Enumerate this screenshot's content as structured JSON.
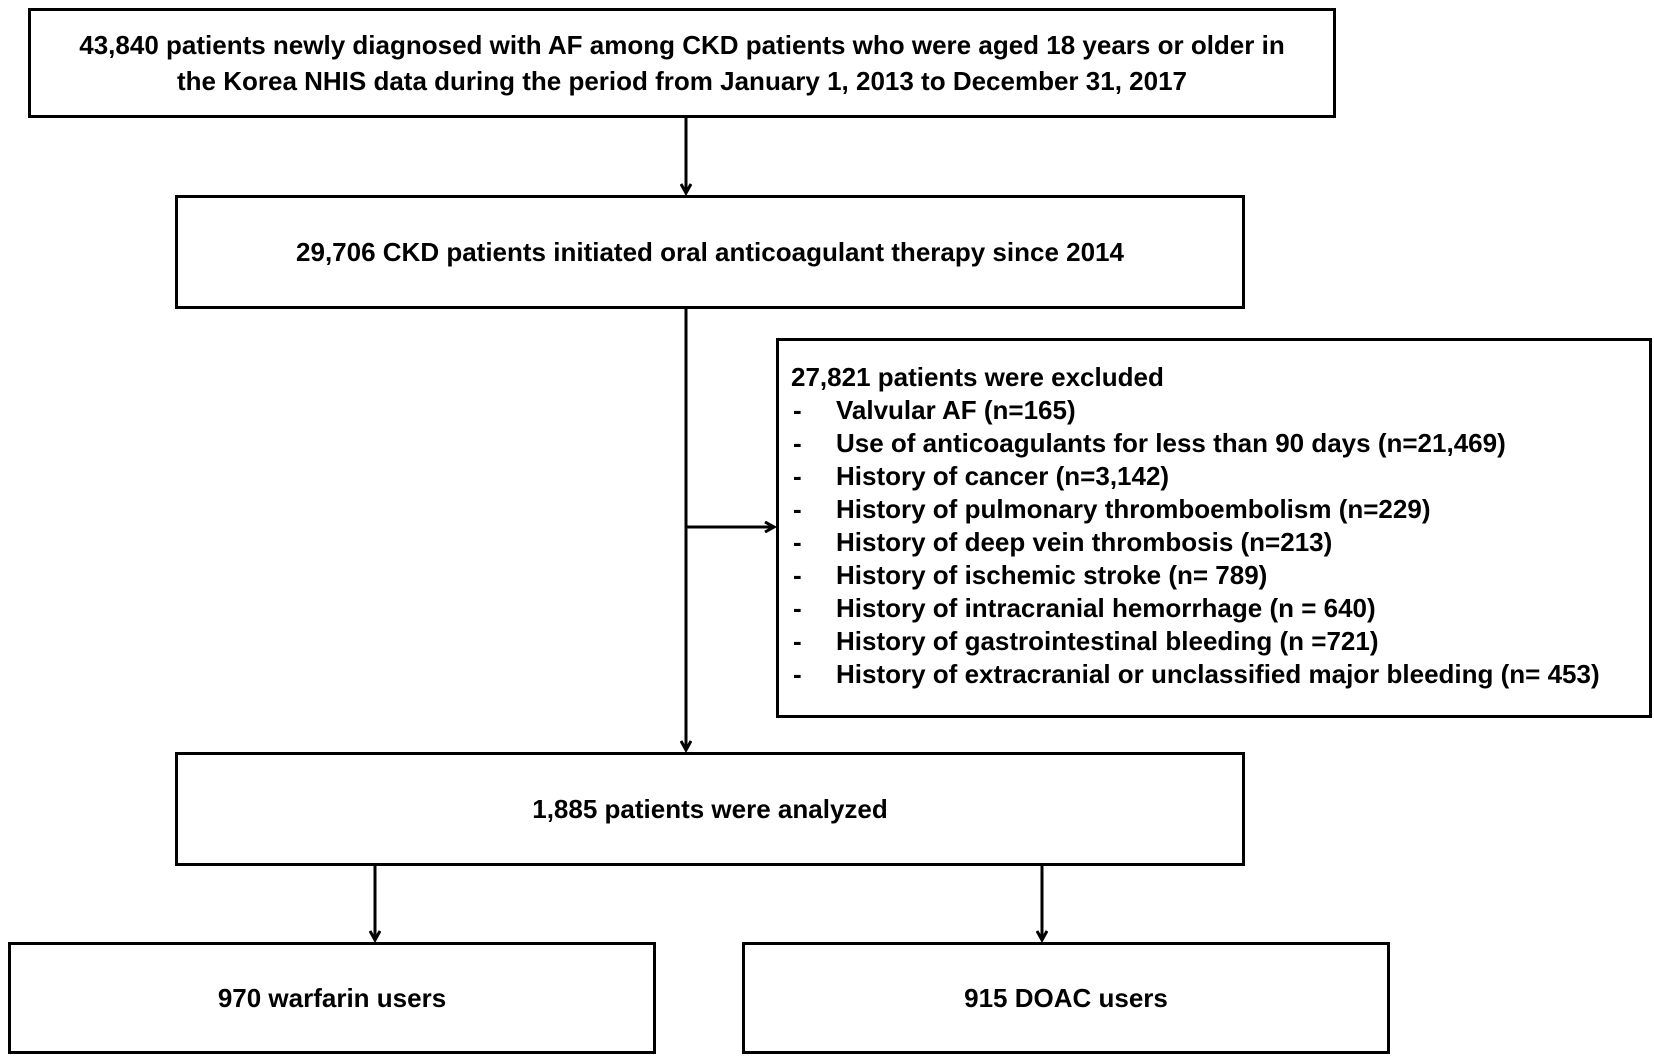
{
  "boxes": {
    "top": {
      "line1": "43,840 patients newly diagnosed with AF among CKD patients who were aged 18 years or older in",
      "line2": "the Korea NHIS data during the period from January 1, 2013 to December 31, 2017"
    },
    "initiated": "29,706 CKD patients initiated oral anticoagulant therapy since 2014",
    "excluded": {
      "title": "27,821 patients were excluded",
      "bullet": "-",
      "items": [
        "Valvular AF (n=165)",
        "Use of anticoagulants for less than 90 days (n=21,469)",
        "History of cancer (n=3,142)",
        "History of pulmonary thromboembolism (n=229)",
        "History of deep vein thrombosis (n=213)",
        "History of ischemic stroke (n= 789)",
        "History of intracranial hemorrhage (n = 640)",
        "History of gastrointestinal bleeding (n =721)",
        "History of extracranial or unclassified major bleeding (n= 453)"
      ]
    },
    "analyzed": "1,885 patients were analyzed",
    "warfarin": "970 warfarin users",
    "doac": "915 DOAC users"
  },
  "colors": {
    "line": "#000000",
    "background": "#ffffff"
  }
}
